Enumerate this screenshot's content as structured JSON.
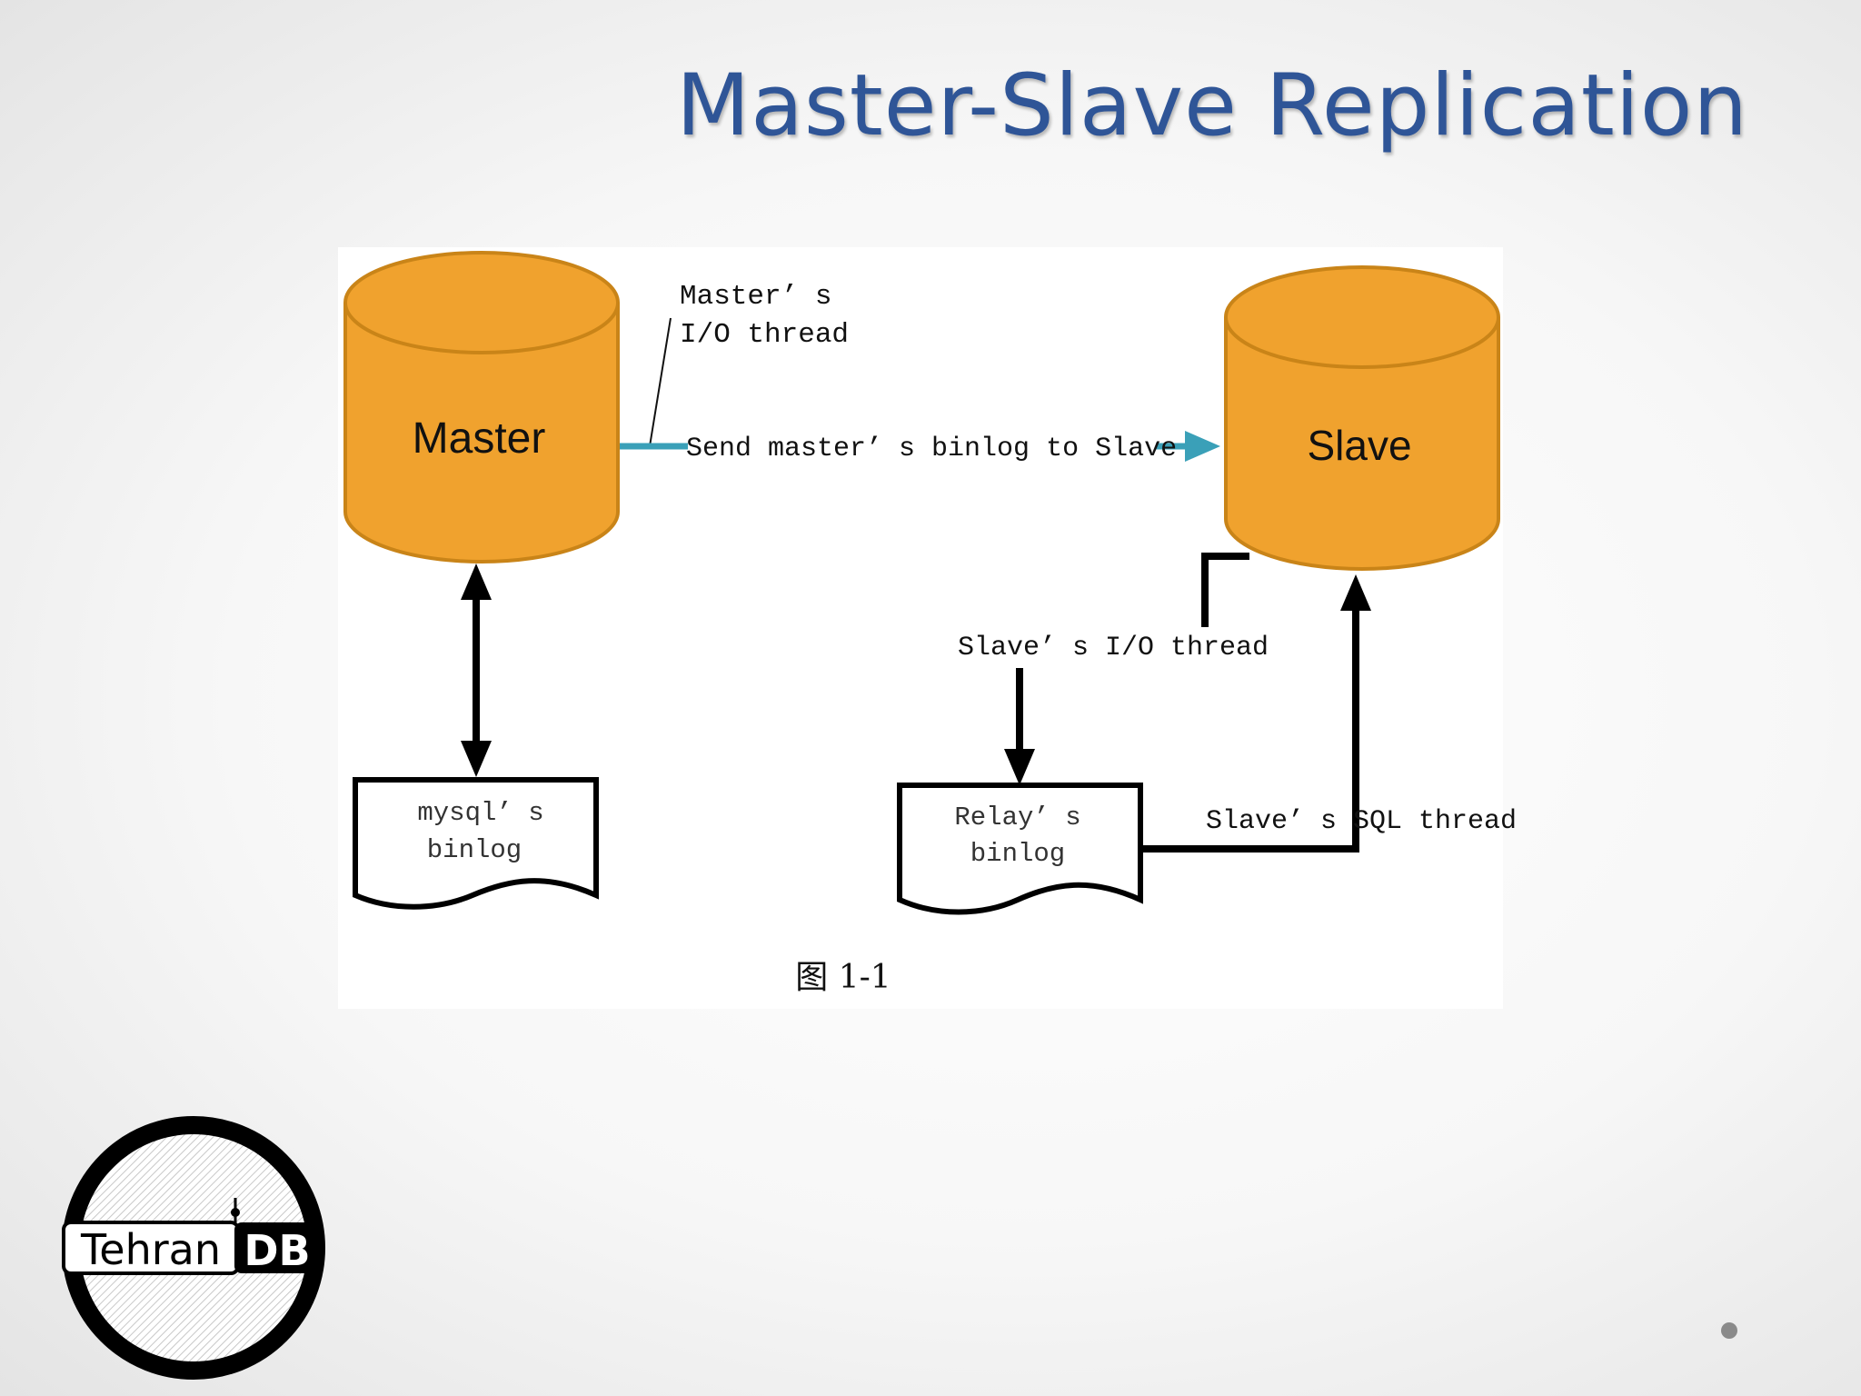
{
  "slide": {
    "title": "Master-Slave Replication"
  },
  "diagram": {
    "master_label": "Master",
    "slave_label": "Slave",
    "master_io_thread_line1": "Master’ s",
    "master_io_thread_line2": "I/O thread",
    "send_binlog_label": "Send master’ s binlog to Slave",
    "slave_io_thread_label": "Slave’ s I/O thread",
    "slave_sql_thread_label": "Slave’ s SQL thread",
    "mysql_binlog_line1": "mysql’ s",
    "mysql_binlog_line2": "binlog",
    "relay_binlog_line1": "Relay’ s",
    "relay_binlog_line2": "binlog",
    "figure_caption": "图 1-1"
  },
  "logo": {
    "text_left": "Tehran",
    "text_right": "DB"
  },
  "colors": {
    "title": "#2f5597",
    "cylinder_fill": "#f0a22e",
    "cylinder_stroke": "#c98418",
    "arrow_teal": "#3aa0b8"
  }
}
